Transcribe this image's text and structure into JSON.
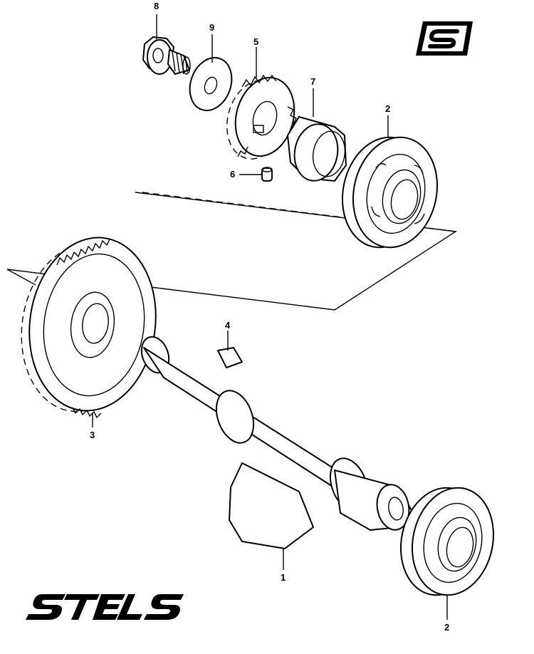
{
  "diagram": {
    "parts": [
      {
        "id": "label-8",
        "number": "8"
      },
      {
        "id": "label-9",
        "number": "9"
      },
      {
        "id": "label-5",
        "number": "5"
      },
      {
        "id": "label-7",
        "number": "7"
      },
      {
        "id": "label-2-top",
        "number": "2"
      },
      {
        "id": "label-6",
        "number": "6"
      },
      {
        "id": "label-4",
        "number": "4"
      },
      {
        "id": "label-3",
        "number": "3"
      },
      {
        "id": "label-1",
        "number": "1"
      },
      {
        "id": "label-2-bottom",
        "number": "2"
      }
    ]
  },
  "branding": {
    "wordmark": "STELS",
    "emblem": "S"
  }
}
